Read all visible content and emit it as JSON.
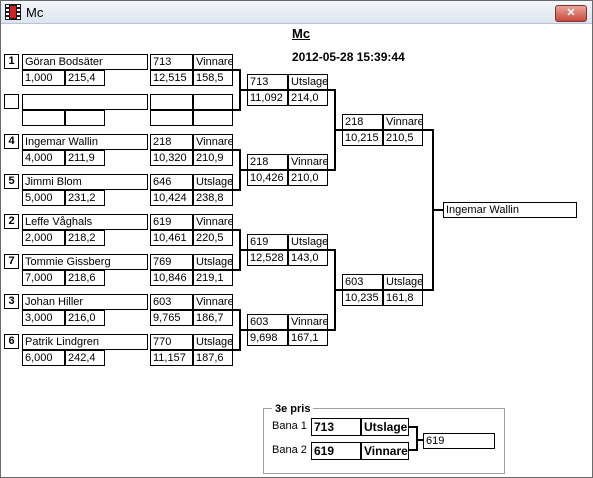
{
  "window": {
    "title": "Mc",
    "close_glyph": "✕",
    "icon": "film-icon"
  },
  "header": {
    "class_name": "Mc",
    "datetime": "2012-05-28 15:39:44"
  },
  "round1": [
    {
      "seed": "1",
      "name": "Göran Bodsäter",
      "v1": "1,000",
      "v2": "215,4",
      "time": "713",
      "result": "Vinnare",
      "r1": "12,515",
      "r2": "158,5"
    },
    {
      "seed": "",
      "name": "",
      "v1": "",
      "v2": "",
      "time": "",
      "result": "",
      "r1": "",
      "r2": ""
    },
    {
      "seed": "4",
      "name": "Ingemar Wallin",
      "v1": "4,000",
      "v2": "211,9",
      "time": "218",
      "result": "Vinnare",
      "r1": "10,320",
      "r2": "210,9"
    },
    {
      "seed": "5",
      "name": "Jimmi Blom",
      "v1": "5,000",
      "v2": "231,2",
      "time": "646",
      "result": "Utslagen",
      "r1": "10,424",
      "r2": "238,8"
    },
    {
      "seed": "2",
      "name": "Leffe Våghals",
      "v1": "2,000",
      "v2": "218,2",
      "time": "619",
      "result": "Vinnare",
      "r1": "10,461",
      "r2": "220,5"
    },
    {
      "seed": "7",
      "name": "Tommie Gissberg",
      "v1": "7,000",
      "v2": "218,6",
      "time": "769",
      "result": "Utslagen",
      "r1": "10,846",
      "r2": "219,1"
    },
    {
      "seed": "3",
      "name": "Johan Hiller",
      "v1": "3,000",
      "v2": "216,0",
      "time": "603",
      "result": "Vinnare",
      "r1": "9,765",
      "r2": "186,7"
    },
    {
      "seed": "6",
      "name": "Patrik Lindgren",
      "v1": "6,000",
      "v2": "242,4",
      "time": "770",
      "result": "Utslagen",
      "r1": "11,157",
      "r2": "187,6"
    }
  ],
  "round2": [
    {
      "time": "713",
      "result": "Utslagen",
      "r1": "11,092",
      "r2": "214,0"
    },
    {
      "time": "218",
      "result": "Vinnare",
      "r1": "10,426",
      "r2": "210,0"
    },
    {
      "time": "619",
      "result": "Utslagen",
      "r1": "12,528",
      "r2": "143,0"
    },
    {
      "time": "603",
      "result": "Vinnare",
      "r1": "9,698",
      "r2": "167,1"
    }
  ],
  "round3": [
    {
      "time": "218",
      "result": "Vinnare",
      "r1": "10,215",
      "r2": "210,5"
    },
    {
      "time": "603",
      "result": "Utslagen",
      "r1": "10,235",
      "r2": "161,8"
    }
  ],
  "winner": "Ingemar Wallin",
  "third_place": {
    "title": "3e pris",
    "lane1": {
      "label": "Bana 1",
      "time": "713",
      "result": "Utslagen"
    },
    "lane2": {
      "label": "Bana 2",
      "time": "619",
      "result": "Vinnare"
    },
    "winner": "619"
  }
}
